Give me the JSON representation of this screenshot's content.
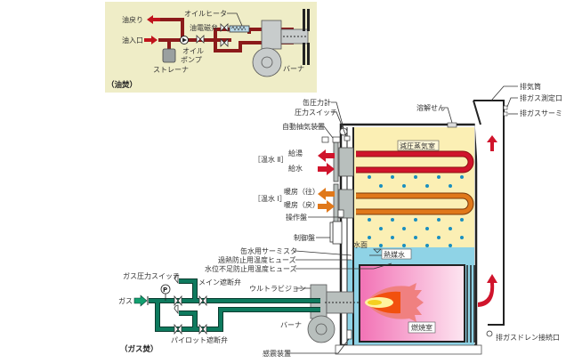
{
  "oil_inset": {
    "caption": "（油焚）",
    "labels": {
      "oil_return": "油戻り",
      "oil_inlet": "油入口",
      "oil_heater": "オイルヒータ",
      "oil_solenoid_valve": "油電磁弁",
      "oil_pump_1": "オイル",
      "oil_pump_2": "ポンプ",
      "strainer": "ストレーナ",
      "burner": "バーナ"
    },
    "colors": {
      "background": "#efedc7",
      "pipe": "#8b1a1a",
      "arrow": "#c0141c"
    }
  },
  "main": {
    "labels": {
      "can_pressure_gauge": "缶圧力計",
      "pressure_switch": "圧力スイッチ",
      "auto_air_vent": "自動抽気装置",
      "hot_water_2": "［温水 Ⅱ］",
      "supply_hot": "給湯",
      "supply_water": "給水",
      "hot_water_1": "［温水 Ⅰ］",
      "heating_out": "暖房（往）",
      "heating_return": "暖房（戻）",
      "control_panel_op": "操作盤",
      "control_panel": "制御盤",
      "thermistor": "缶水用サーミスタ",
      "overheat_fuse": "過熱防止用温度ヒューズ",
      "low_water_fuse": "水位不足防止用温度ヒューズ",
      "ultra_vision": "ウルトラビジョン",
      "burner": "バーナ",
      "sensing_device": "感震装置",
      "fusible_plug": "溶解せん",
      "decompression_chamber": "減圧蒸気室",
      "water_surface": "水面",
      "heat_medium_water": "熱媒水",
      "combustion_chamber": "燃焼室",
      "exhaust_stack": "排気筒",
      "exhaust_measure_port": "排ガス測定口",
      "exhaust_thermo": "排ガスサーミ",
      "drain_port": "排ガスドレン接続口"
    },
    "colors": {
      "chamber": "#fbefb4",
      "water": "#8fd3e6",
      "hot_pipe": "#d0142c",
      "heating_pipe": "#e0781a",
      "combustion": "#f48cc0",
      "droplet": "#1a8fc0"
    }
  },
  "gas_inset": {
    "caption": "（ガス焚）",
    "labels": {
      "gas_pressure_switch": "ガス圧力スイッチ",
      "main_shutoff_valve": "メイン遮断弁",
      "gas": "ガス",
      "pilot_shutoff_valve": "パイロット遮断弁"
    },
    "colors": {
      "pipe": "#0e7a5e",
      "arrow": "#12a070"
    }
  }
}
